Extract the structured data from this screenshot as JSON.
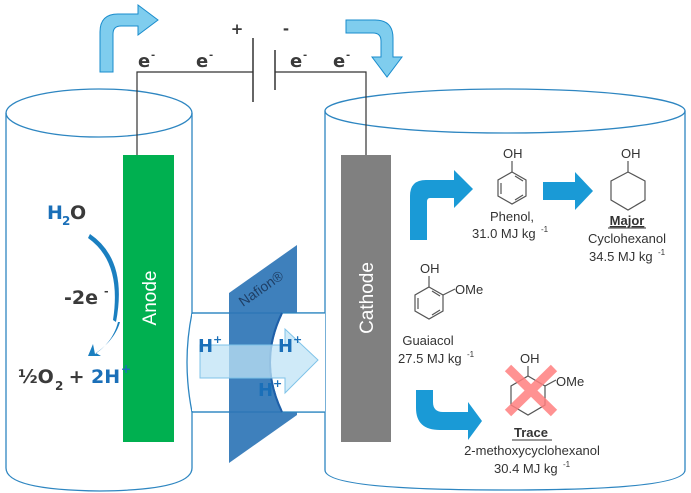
{
  "title": "Electrocatalytic hydrogenation cell schematic",
  "circuit": {
    "plus": "+",
    "minus": "-",
    "electron_labels": [
      "e",
      "e",
      "e",
      "e"
    ],
    "electron_sup": "-"
  },
  "anode_cell": {
    "electrode_label": "Anode",
    "reactant": {
      "main": "H",
      "sub": "2",
      "tail": "O"
    },
    "electrons_lost": {
      "main": "-2e",
      "sup": "-"
    },
    "products": {
      "half": "½O",
      "sub": "2",
      "plus": " + ",
      "protons": "2H",
      "sup": "+"
    }
  },
  "membrane": {
    "label": "Nafion®",
    "proton_labels": [
      "H",
      "H",
      "H"
    ],
    "proton_sup": "+"
  },
  "cathode_cell": {
    "electrode_label": "Cathode",
    "guaiacol": {
      "oh": "OH",
      "ome": "OMe",
      "name": "Guaiacol",
      "energy": "27.5 MJ kg",
      "energy_sup": "-1"
    },
    "phenol": {
      "oh": "OH",
      "name": "Phenol,",
      "energy": "31.0 MJ kg",
      "energy_sup": "-1"
    },
    "cyclohexanol": {
      "oh": "OH",
      "tag": "Major",
      "name": "Cyclohexanol",
      "energy": "34.5 MJ kg",
      "energy_sup": "-1"
    },
    "methoxycyclohexanol": {
      "oh": "OH",
      "ome": "OMe",
      "tag": "Trace",
      "name": "2-methoxycyclohexanol",
      "energy": "30.4 MJ kg",
      "energy_sup": "-1"
    }
  },
  "colors": {
    "anode": "#00b050",
    "cathode": "#808080",
    "membrane": "#2e75b6",
    "cell_outline": "#2e86c1",
    "arrow_light": "#7fcdee",
    "arrow_dark": "#1a9ad6",
    "cross": "#ff7f7f",
    "text_blue": "#1a6fb8"
  }
}
